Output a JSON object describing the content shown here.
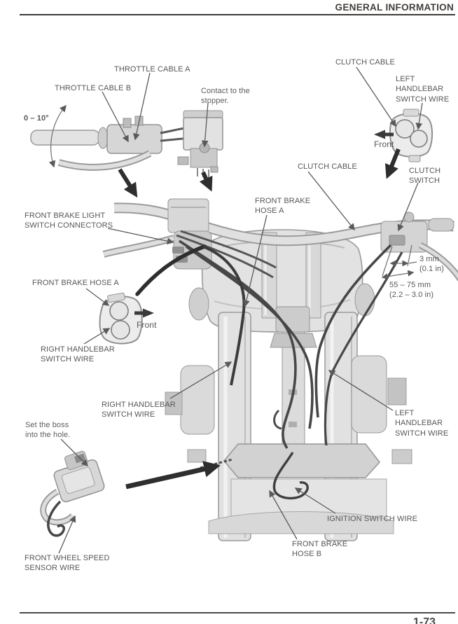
{
  "page": {
    "header": {
      "title": "GENERAL INFORMATION"
    },
    "footer": {
      "page_number": "1-73"
    }
  },
  "diagram": {
    "labels": {
      "throttle_cable_a": "THROTTLE CABLE A",
      "throttle_cable_b": "THROTTLE CABLE B",
      "clutch_cable_upper": "CLUTCH CABLE",
      "left_handlebar_switch_wire_upper": "LEFT\nHANDLEBAR\nSWITCH WIRE",
      "clutch_cable_lower": "CLUTCH CABLE",
      "clutch_switch": "CLUTCH\nSWITCH",
      "front_brake_hose_a_center": "FRONT BRAKE\nHOSE A",
      "front_brake_light_switch_connectors": "FRONT BRAKE LIGHT\nSWITCH CONNECTORS",
      "front_brake_hose_a_left": "FRONT BRAKE HOSE A",
      "right_handlebar_switch_wire_left": "RIGHT HANDLEBAR\nSWITCH WIRE",
      "right_handlebar_switch_wire_center": "RIGHT HANDLEBAR\nSWITCH WIRE",
      "left_handlebar_switch_wire_right": "LEFT\nHANDLEBAR\nSWITCH WIRE",
      "ignition_switch_wire": "IGNITION SWITCH WIRE",
      "front_brake_hose_b": "FRONT BRAKE\nHOSE B",
      "front_wheel_speed_sensor_wire": "FRONT WHEEL SPEED\nSENSOR WIRE"
    },
    "notes": {
      "contact_stopper": "Contact to the\nstopper.",
      "set_boss": "Set the boss\ninto the hole."
    },
    "dimensions": {
      "lever_angle": "0 – 10°",
      "switch_gap": "3 mm\n(0.1 in)",
      "lever_distance": "55 – 75 mm\n(2.2 – 3.0 in)"
    },
    "direction_indicators": {
      "front_upper_inset": "Front",
      "front_left_inset": "Front"
    }
  },
  "colors": {
    "header_text": "#443e3a",
    "rule": "#4a4a4a",
    "label_text": "#57575a",
    "line_art_outline": "#9a9a9a",
    "line_art_fill": "#dedede",
    "cable": "#474747",
    "emphasis_black": "#2e2e2e"
  }
}
